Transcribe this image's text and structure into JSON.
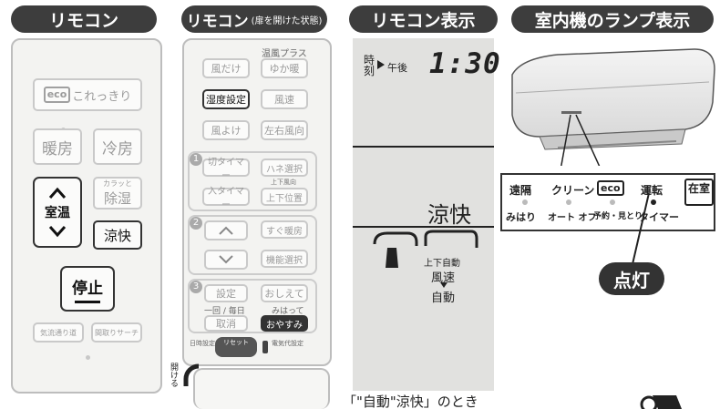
{
  "headers": {
    "remote": "リモコン",
    "remote_open": "リモコン",
    "remote_open_note": "(扉を開けた状態)",
    "remote_display": "リモコン表示",
    "indoor_lamp": "室内機のランプ表示"
  },
  "remote1": {
    "eco_badge": "eco",
    "eco_button": "これっきり",
    "heat_button": "暖房",
    "cool_button": "冷房",
    "temp_label": "室温",
    "dehum_small": "カラッと",
    "dehum_button": "除湿",
    "cool_comfort_button": "涼快",
    "stop_button": "停止",
    "airflow_button": "気流通り道",
    "search_button": "間取りサーチ"
  },
  "remote2": {
    "warm_plus_label": "温風プラス",
    "wind_only_button": "風だけ",
    "floor_warm_button": "ゆか暖",
    "humidity_button": "湿度設定",
    "fan_speed_button": "風速",
    "wind_avoid_button": "風よけ",
    "lr_direction_button": "左右風向",
    "off_timer_button": "切タイマー",
    "vane_select_button": "ハネ選択",
    "updown_small": "上下風向",
    "on_timer_button": "入タイマー",
    "updown_position_button": "上下位置",
    "quick_heat_button": "すぐ暖房",
    "function_select_button": "機能選択",
    "setting_button": "設定",
    "guide_button": "おしえて",
    "daily_label": "一回 / 毎日",
    "cancel_button": "取消",
    "watch_label": "みはって",
    "rest_button": "おやすみ",
    "datetime_label": "日時設定",
    "reset_label": "リセット",
    "electricity_label": "電気代設定",
    "step1": "1",
    "step2": "2",
    "step3": "3",
    "open_label": "開ける"
  },
  "display": {
    "time_label": "時刻",
    "pm_label": "午後",
    "clock": "1:30",
    "mode": "涼快",
    "updown_auto": "上下自動",
    "fan_speed": "風速",
    "auto": "自動",
    "caption": "「\"自動\"涼快」のとき"
  },
  "indoor": {
    "labels_row1": [
      "遠隔",
      "クリーン",
      "eco",
      "運転",
      "在室"
    ],
    "labels_row2": [
      "みはり",
      "オート オフ",
      "予約・見とり",
      "タイマー"
    ],
    "lit_badge": "点灯"
  }
}
